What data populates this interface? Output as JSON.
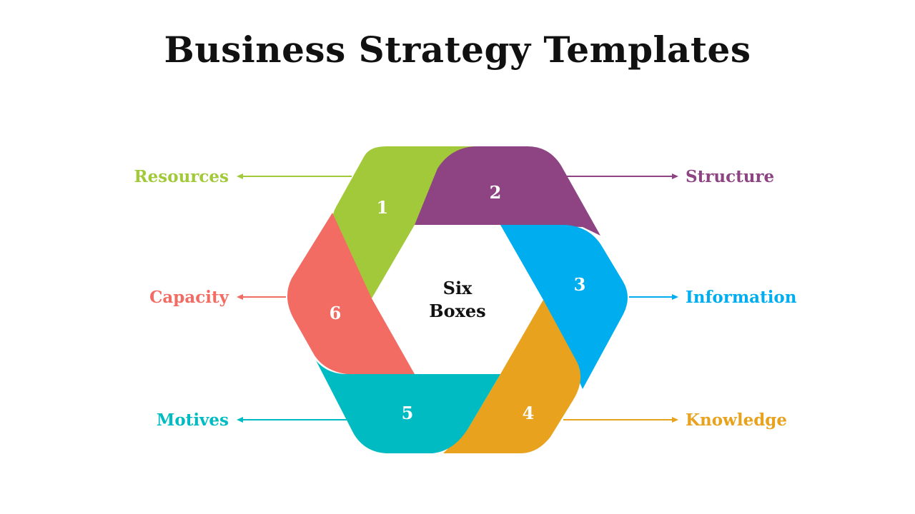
{
  "title": "Business Strategy Templates",
  "center": {
    "line1": "Six",
    "line2": "Boxes"
  },
  "segments": [
    {
      "number": "1",
      "label": "Resources",
      "color": "#A2C93A"
    },
    {
      "number": "2",
      "label": "Structure",
      "color": "#8E4483"
    },
    {
      "number": "3",
      "label": "Information",
      "color": "#00AEEF"
    },
    {
      "number": "4",
      "label": "Knowledge",
      "color": "#E8A21E"
    },
    {
      "number": "5",
      "label": "Motives",
      "color": "#00BCC2"
    },
    {
      "number": "6",
      "label": "Capacity",
      "color": "#F26C64"
    }
  ]
}
